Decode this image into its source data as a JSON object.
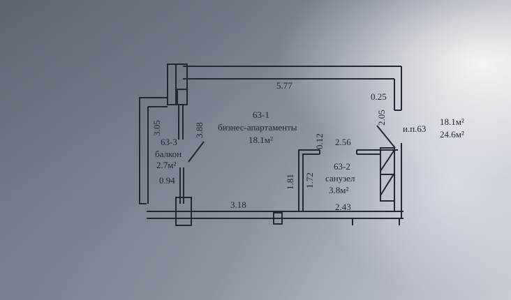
{
  "dimensions": {
    "top_length": "5.77",
    "bottom_left_length": "3.18",
    "bottom_right_length": "2.43",
    "right_vertical_top": "0.25",
    "right_vertical": "2.05",
    "room_height_main": "3.88",
    "balcony_height": "3.05",
    "balcony_window": "0.94",
    "bath_top_offset": "0.12",
    "bath_width": "2.56",
    "bath_wall_left": "1.81",
    "bath_wall_inner": "1.72"
  },
  "rooms": {
    "main": {
      "id": "63-1",
      "name": "бизнес-апартаменты",
      "area": "18.1м²"
    },
    "bath": {
      "id": "63-2",
      "name": "санузел",
      "area": "3.8м²"
    },
    "balcony": {
      "id": "63-3",
      "name": "балкон",
      "area": "2.7м²"
    }
  },
  "summary": {
    "unit_label": "и.п.63",
    "living_area": "18.1м²",
    "total_area": "24.6м²"
  }
}
